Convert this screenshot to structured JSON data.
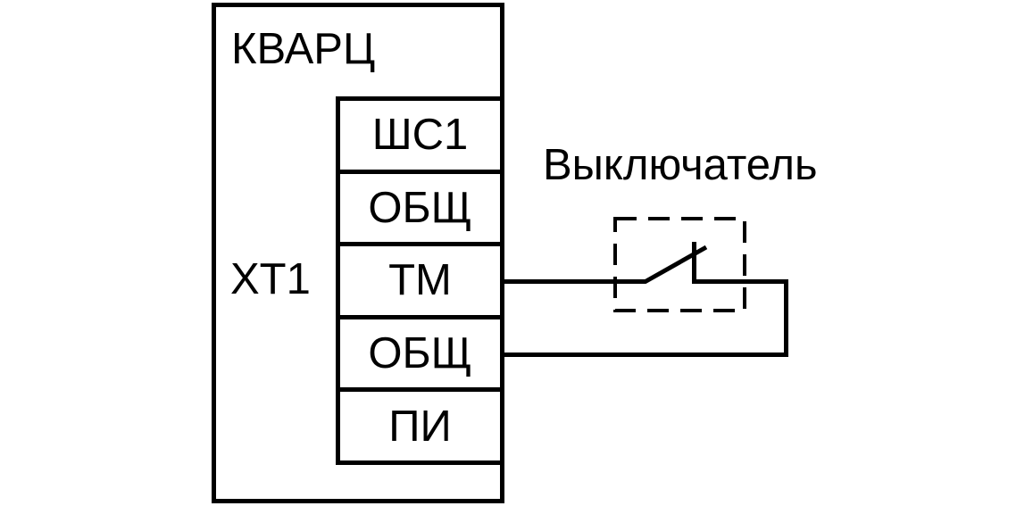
{
  "diagram": {
    "background_color": "#ffffff",
    "line_color": "#000000",
    "device": {
      "name": "КВАРЦ",
      "connector_name": "ХТ1",
      "terminals": [
        "ШС1",
        "ОБЩ",
        "ТМ",
        "ОБЩ",
        "ПИ"
      ]
    },
    "switch": {
      "label": "Выключатель",
      "state": "open"
    },
    "connections": [
      {
        "from": "ТМ",
        "to": "Выключатель"
      },
      {
        "from": "Выключатель",
        "to": "ОБЩ"
      }
    ]
  }
}
